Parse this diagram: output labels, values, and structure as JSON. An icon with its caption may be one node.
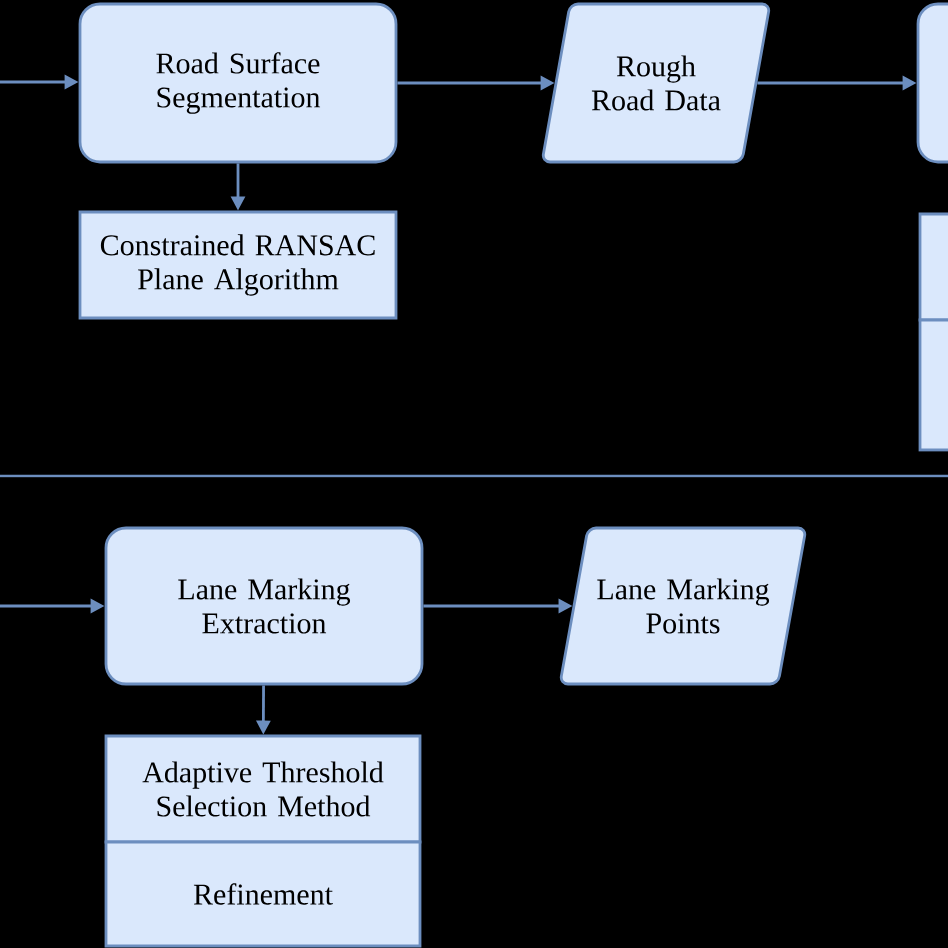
{
  "diagram": {
    "nodes": [
      {
        "text": [
          "Road Surface Segmentation"
        ]
      },
      {
        "text": [
          "Rough Road Data"
        ]
      },
      {
        "text": [],
        "shape": "box"
      },
      {
        "text": [
          "Constrained RANSAC Plane Algorithm"
        ]
      },
      {
        "text": [],
        "shape": "box"
      },
      {
        "text": [],
        "shape": "box"
      },
      {
        "text": [
          "Lane Marking Extraction"
        ]
      },
      {
        "text": [
          "Lane Marking Points"
        ]
      },
      {
        "text": [
          "Adaptive Threshold Selection Method"
        ]
      },
      {
        "text": [
          "Refinement"
        ]
      }
    ],
    "edges": [
      {
        "from": null,
        "to": 0,
        "arrow": "to"
      },
      {
        "from": 0,
        "to": 1,
        "arrow": "to"
      },
      {
        "from": 1,
        "to": 2,
        "arrow": "to"
      },
      {
        "from": 0,
        "to": 3,
        "arrow": "to"
      },
      {
        "from": null,
        "to": 6,
        "arrow": "to"
      },
      {
        "from": 6,
        "to": 7,
        "arrow": "to"
      },
      {
        "from": 6,
        "to": 8,
        "arrow": "to"
      }
    ]
  }
}
